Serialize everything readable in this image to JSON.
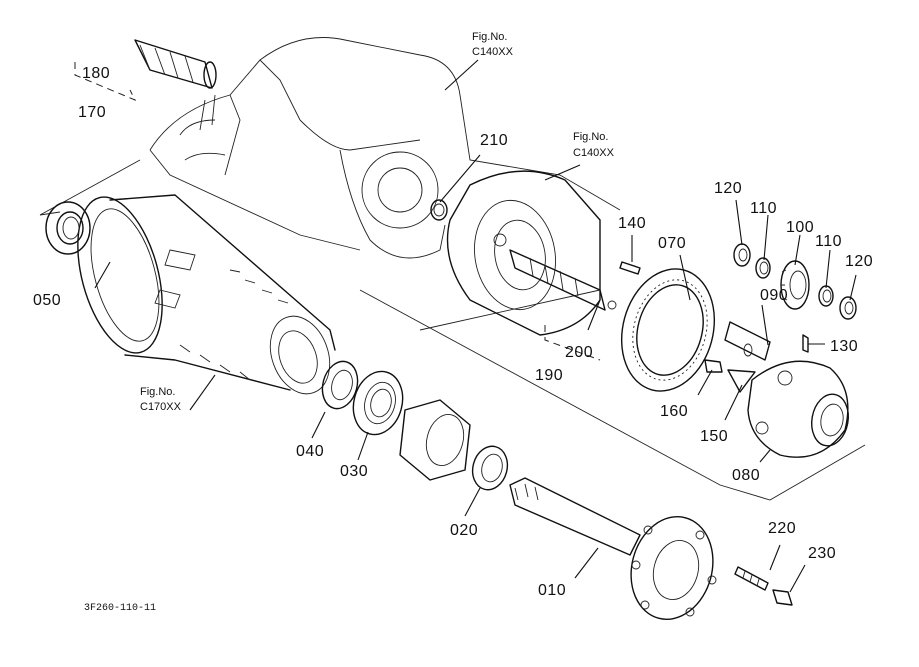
{
  "parts": {
    "p010": "010",
    "p020": "020",
    "p030": "030",
    "p040": "040",
    "p050": "050",
    "p070": "070",
    "p080": "080",
    "p090": "090",
    "p100": "100",
    "p110a": "110",
    "p110b": "110",
    "p120a": "120",
    "p120b": "120",
    "p130": "130",
    "p140": "140",
    "p150": "150",
    "p160": "160",
    "p170": "170",
    "p180": "180",
    "p190": "190",
    "p200": "200",
    "p210": "210",
    "p220": "220",
    "p230": "230"
  },
  "refs": {
    "ref1_line1": "Fig.No.",
    "ref1_line2": "C140XX",
    "ref2_line1": "Fig.No.",
    "ref2_line2": "C140XX",
    "ref3_line1": "Fig.No.",
    "ref3_line2": "C170XX"
  },
  "drawing_code": "3F260-110-11"
}
